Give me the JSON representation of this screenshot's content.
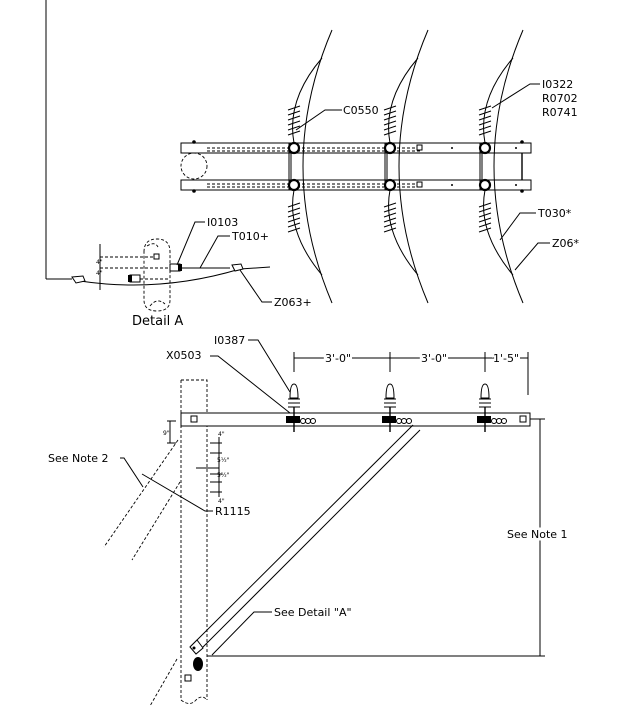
{
  "top_view": {
    "labels": {
      "c0550": "C0550",
      "i0322": "I0322",
      "r0702": "R0702",
      "r0741": "R0741",
      "t030": "T030*",
      "z06": "Z06*"
    }
  },
  "detail_a": {
    "title": "Detail A",
    "labels": {
      "i0103": "I0103",
      "t010": "T010+",
      "z063": "Z063+",
      "dim_upper": "4\"",
      "dim_lower": "4\""
    }
  },
  "front_view": {
    "labels": {
      "i0387": "I0387",
      "x0503": "X0503",
      "r1115": "R1115",
      "see_note_1": "See Note 1",
      "see_note_2": "See Note 2",
      "see_detail_a": "See Detail \"A\""
    },
    "dimensions": {
      "span_1": "3'-0\"",
      "span_2": "3'-0\"",
      "span_3": "1'-5\"",
      "drop": "9\"",
      "hole_1": "4\"",
      "hole_2": "5½\"",
      "hole_3": "5½\"",
      "hole_4": "4\""
    }
  }
}
